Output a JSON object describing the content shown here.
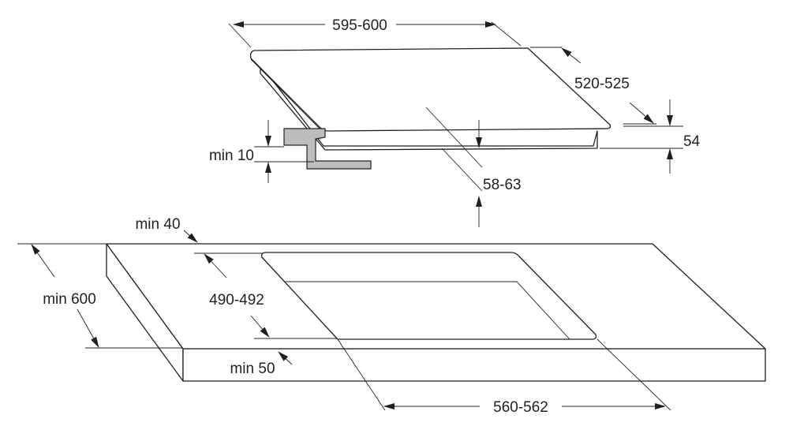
{
  "dimensions": {
    "hob_width": "595-600",
    "hob_depth": "520-525",
    "hob_thickness": "54",
    "below_clearance": "58-63",
    "min_worktop_thickness": "min 10",
    "min_back_margin": "min 40",
    "cutout_depth": "490-492",
    "min_worktop_depth": "min 600",
    "min_front_margin": "min 50",
    "cutout_width": "560-562"
  },
  "colors": {
    "line": "#231f20",
    "bracket_fill": "#bdbdbd",
    "background": "#ffffff"
  }
}
